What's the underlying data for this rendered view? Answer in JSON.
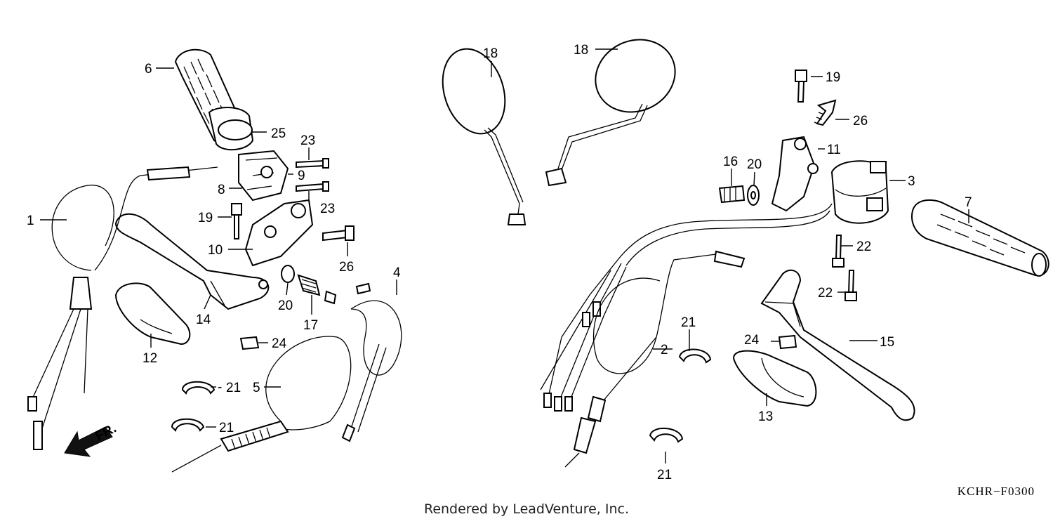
{
  "callouts": [
    {
      "id": "c1",
      "text": "1"
    },
    {
      "id": "c2",
      "text": "2"
    },
    {
      "id": "c3",
      "text": "3"
    },
    {
      "id": "c4",
      "text": "4"
    },
    {
      "id": "c5",
      "text": "5"
    },
    {
      "id": "c6",
      "text": "6"
    },
    {
      "id": "c7",
      "text": "7"
    },
    {
      "id": "c8",
      "text": "8"
    },
    {
      "id": "c9",
      "text": "9"
    },
    {
      "id": "c10",
      "text": "10"
    },
    {
      "id": "c11",
      "text": "11"
    },
    {
      "id": "c12",
      "text": "12"
    },
    {
      "id": "c13",
      "text": "13"
    },
    {
      "id": "c14",
      "text": "14"
    },
    {
      "id": "c15",
      "text": "15"
    },
    {
      "id": "c16",
      "text": "16"
    },
    {
      "id": "c17",
      "text": "17"
    },
    {
      "id": "c18a",
      "text": "18"
    },
    {
      "id": "c18b",
      "text": "18"
    },
    {
      "id": "c19a",
      "text": "19"
    },
    {
      "id": "c19b",
      "text": "19"
    },
    {
      "id": "c20a",
      "text": "20"
    },
    {
      "id": "c20b",
      "text": "20"
    },
    {
      "id": "c21a",
      "text": "21"
    },
    {
      "id": "c21b",
      "text": "21"
    },
    {
      "id": "c21c",
      "text": "21"
    },
    {
      "id": "c21d",
      "text": "21"
    },
    {
      "id": "c22a",
      "text": "22"
    },
    {
      "id": "c22b",
      "text": "22"
    },
    {
      "id": "c23a",
      "text": "23"
    },
    {
      "id": "c23b",
      "text": "23"
    },
    {
      "id": "c24a",
      "text": "24"
    },
    {
      "id": "c24b",
      "text": "24"
    },
    {
      "id": "c25",
      "text": "25"
    },
    {
      "id": "c26a",
      "text": "26"
    },
    {
      "id": "c26b",
      "text": "26"
    }
  ],
  "front_indicator": "FR.",
  "diagram_code": "KCHR−F0300",
  "credit": "Rendered by LeadVenture, Inc."
}
